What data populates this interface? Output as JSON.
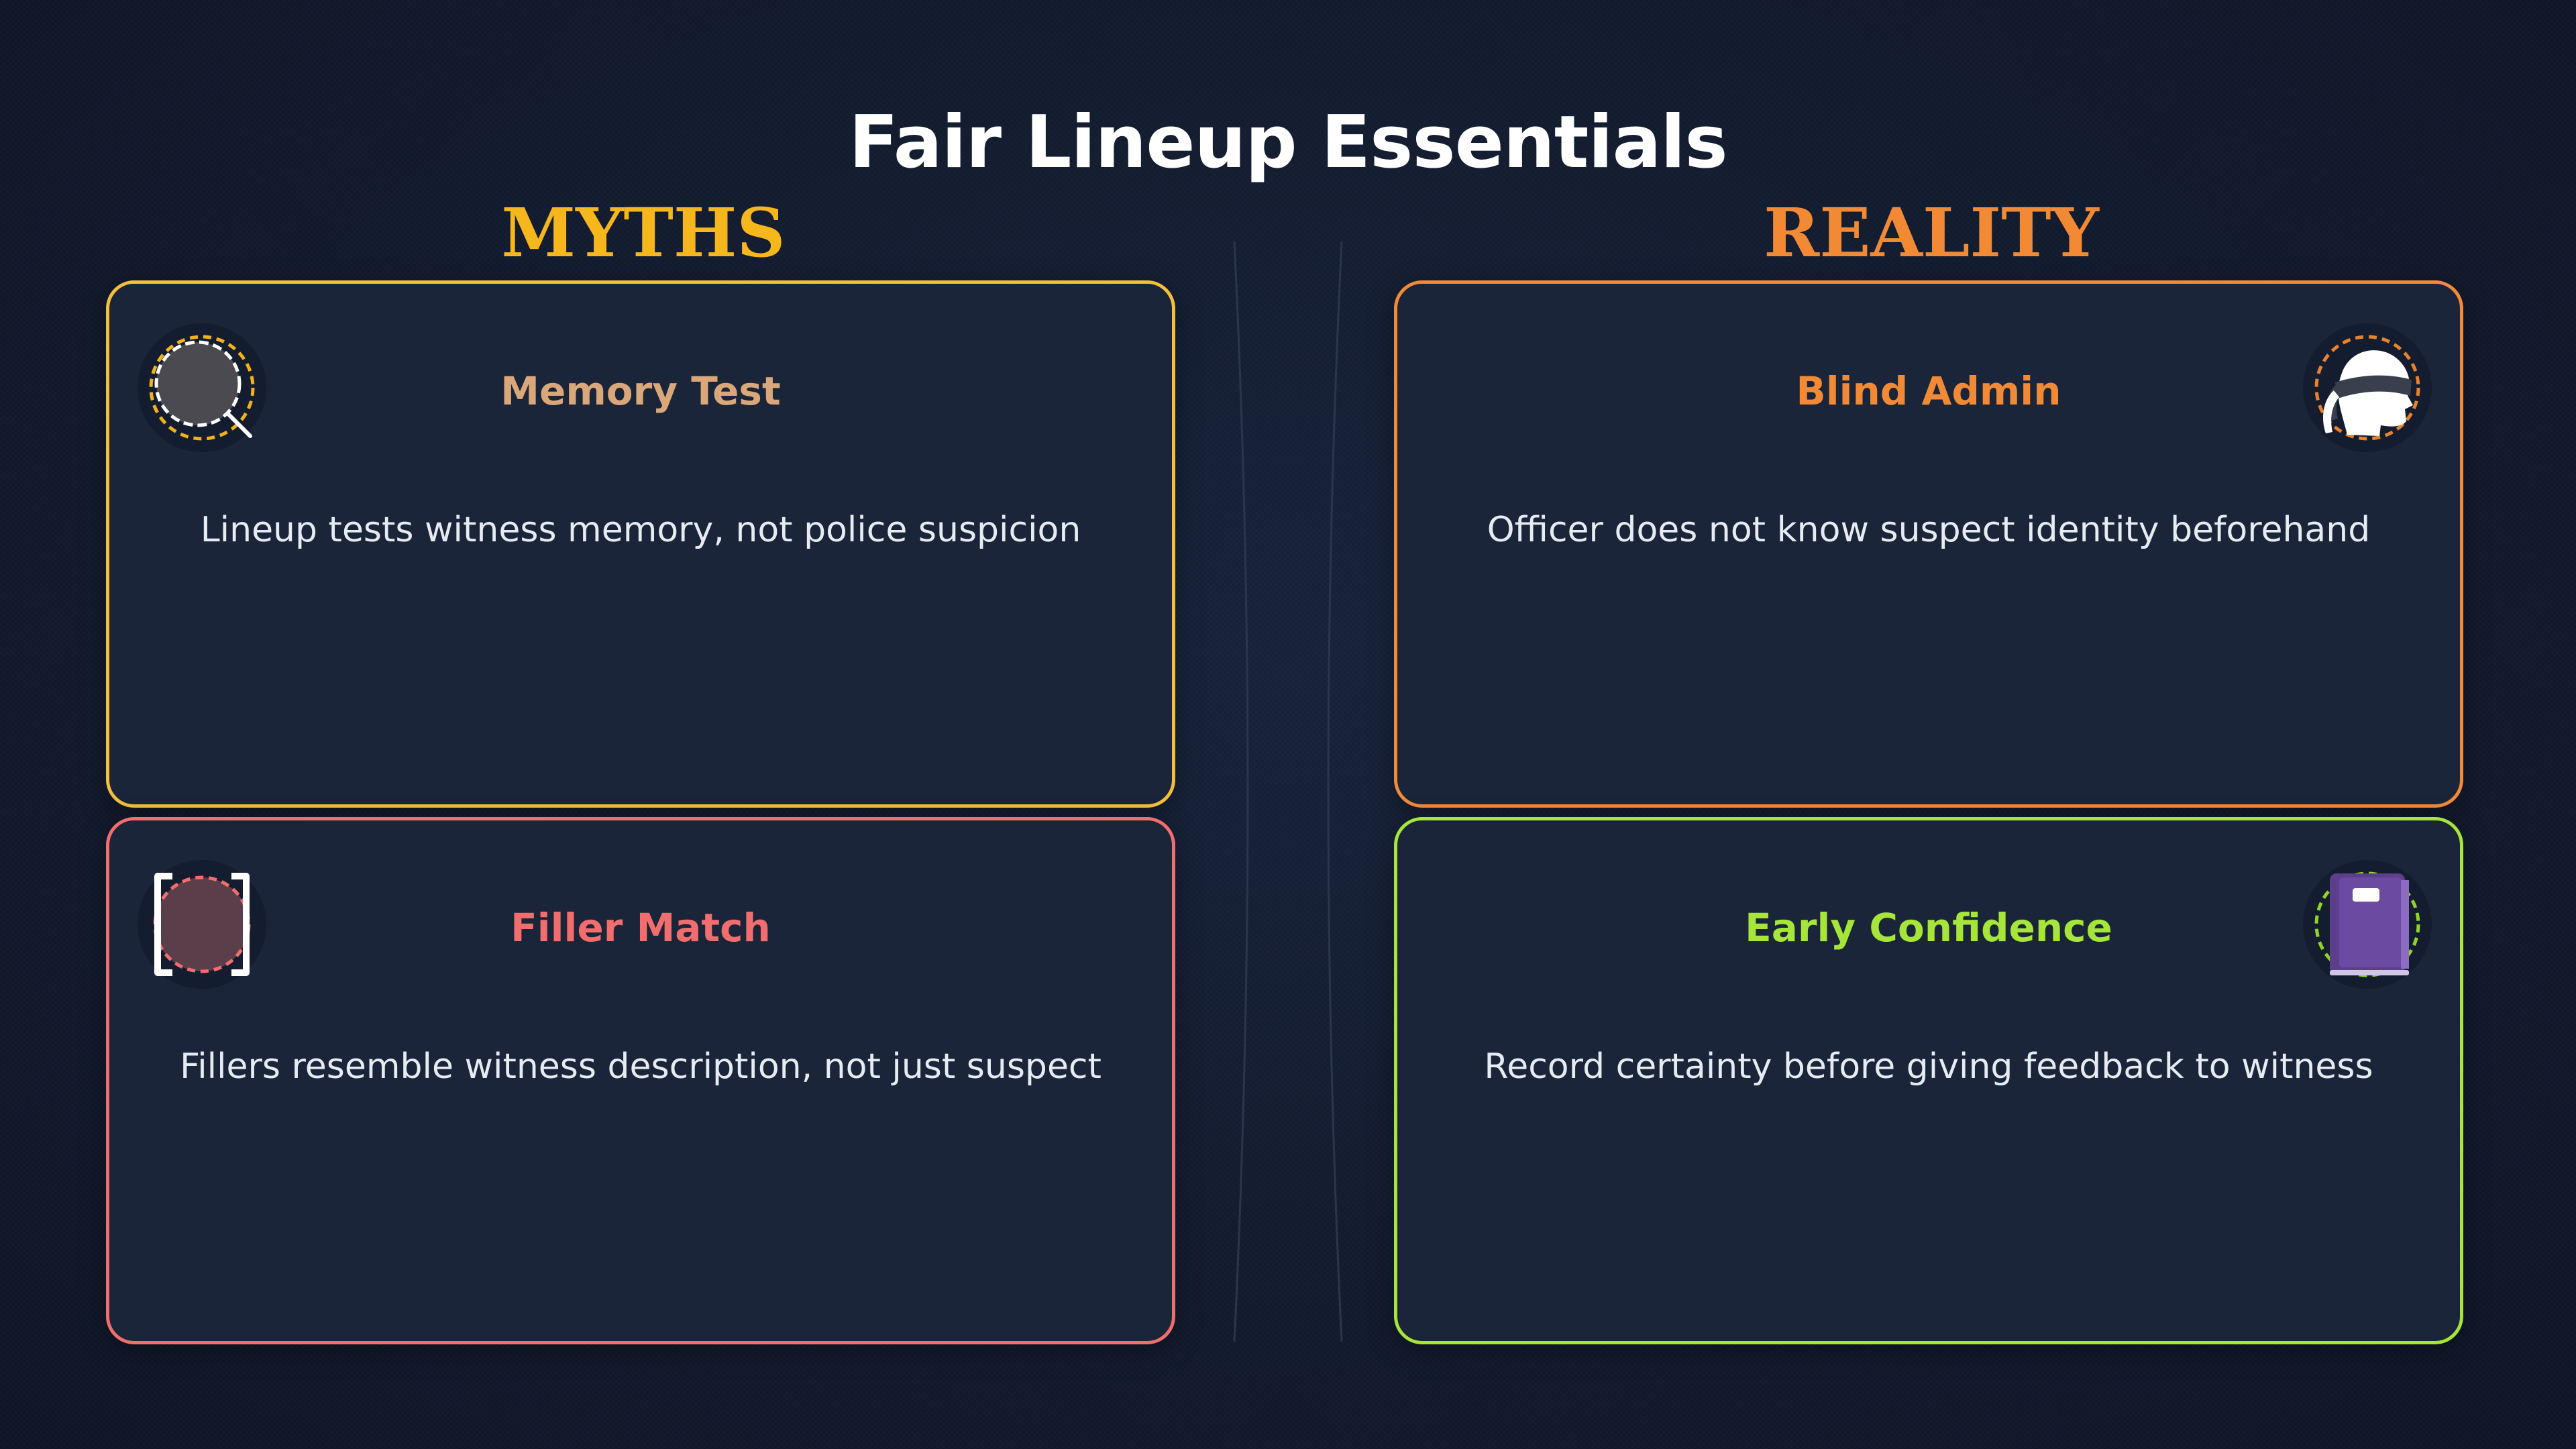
{
  "title": "Fair Lineup Essentials",
  "columns": {
    "myths": "MYTHS",
    "reality": "REALITY"
  },
  "cards": {
    "memory": {
      "title": "Memory Test",
      "text": "Lineup tests witness memory, not police suspicion",
      "icon": "magnifier-icon",
      "accent": "#f4bf3a"
    },
    "blind": {
      "title": "Blind Admin",
      "text": "Officer does not know suspect identity beforehand",
      "icon": "blindfold-icon",
      "accent": "#f28a3a"
    },
    "filler": {
      "title": "Filler Match",
      "text": "Fillers resemble witness description, not just suspect",
      "icon": "brackets-icon",
      "accent": "#f26d6d"
    },
    "early": {
      "title": "Early Confidence",
      "text": "Record certainty before giving feedback to witness",
      "icon": "notebook-icon",
      "accent": "#a6e53a"
    }
  },
  "colors": {
    "background": "#131c30",
    "card": "#1b2539",
    "myths_heading": "#f6b71c",
    "reality_heading": "#f28a35"
  }
}
